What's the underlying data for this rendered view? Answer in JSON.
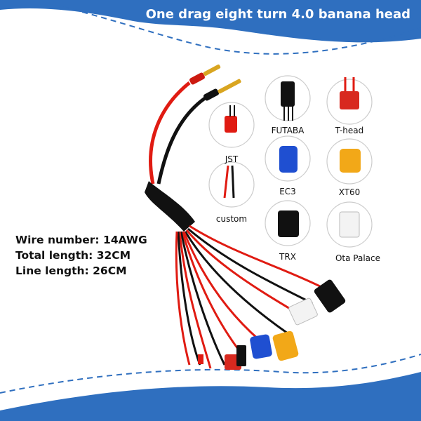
{
  "banner": {
    "title": "One drag eight turn 4.0 banana head",
    "color": "#2f6fbf"
  },
  "specs": {
    "wire": "Wire number: 14AWG",
    "total": "Total length: 32CM",
    "line": "Line length: 26CM"
  },
  "connectors": {
    "jst": "JST",
    "custom": "custom",
    "futaba": "FUTABA",
    "thead": "T-head",
    "ec3": "EC3",
    "xt60": "XT60",
    "trx": "TRX",
    "ota": "Ota Palace"
  },
  "colors": {
    "wire_red": "#e01b12",
    "wire_black": "#111111",
    "ec3_blue": "#1f4fd1",
    "xt60_yellow": "#f2a818",
    "gold": "#d9a520"
  }
}
